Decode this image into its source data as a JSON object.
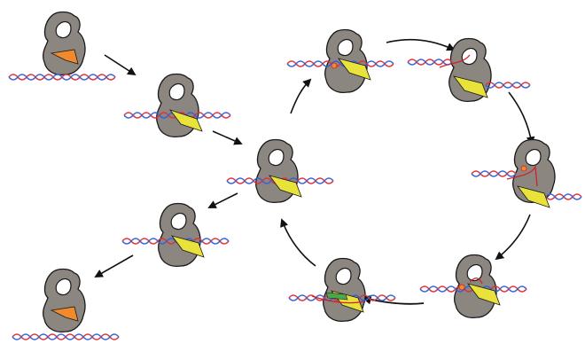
{
  "figure": {
    "type": "diagram",
    "description_visible_text": []
  },
  "colors": {
    "background": "#ffffff",
    "protein_fill": "#8c8680",
    "protein_stroke": "#1a1a1a",
    "cavity_fill": "#ffffff",
    "dna_strand_red": "#e0303a",
    "dna_strand_blue": "#3a5fd6",
    "accent_orange": "#f08a2c",
    "accent_yellow": "#e8e23a",
    "accent_green": "#4aa84a",
    "rna_strand": "#d0202a",
    "arrow": "#111111"
  },
  "states": [
    {
      "id": "free-enzyme-start",
      "dna": "unbound",
      "accent": "orange"
    },
    {
      "id": "binding",
      "dna": "bound",
      "accent": "yellow"
    },
    {
      "id": "initiation-center",
      "dna": "bound",
      "accent": "yellow"
    },
    {
      "id": "cycle-top",
      "dna": "bound",
      "accent": "yellow",
      "site_dot": true
    },
    {
      "id": "cycle-top-right",
      "dna": "bound",
      "accent": "yellow",
      "rna": true
    },
    {
      "id": "cycle-right",
      "dna": "bound",
      "accent": "yellow",
      "rna": true,
      "site_dot": true
    },
    {
      "id": "cycle-bottom-right",
      "dna": "bound",
      "accent": "yellow",
      "rna": true,
      "site_dot": true
    },
    {
      "id": "cycle-bottom",
      "dna": "bound",
      "accent": "green",
      "rna": true
    },
    {
      "id": "release",
      "dna": "bound",
      "accent": "yellow"
    },
    {
      "id": "free-enzyme-end",
      "dna": "unbound",
      "accent": "orange"
    }
  ]
}
